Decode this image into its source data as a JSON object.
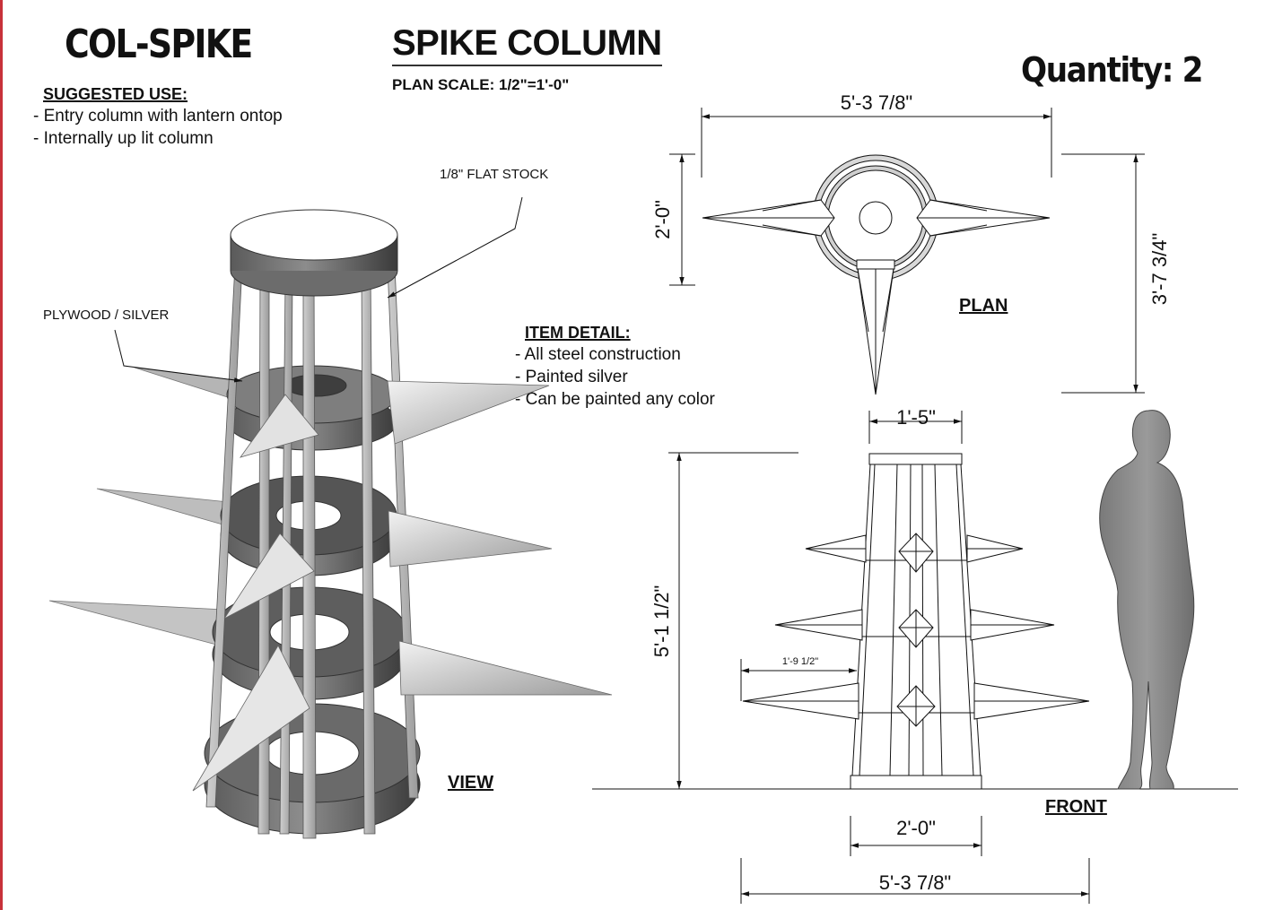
{
  "sheet": {
    "code": "COL-SPIKE",
    "title": "SPIKE COLUMN",
    "scale": "PLAN  SCALE: 1/2\"=1'-0\"",
    "quantity": "Quantity: 2"
  },
  "suggested_use": {
    "heading": "SUGGESTED USE:",
    "items": [
      "- Entry column with lantern ontop",
      "- Internally up lit column"
    ]
  },
  "item_detail": {
    "heading": "ITEM DETAIL:",
    "items": [
      "- All steel construction",
      "- Painted silver",
      "- Can be painted any color"
    ]
  },
  "callouts": {
    "flat_stock": "1/8\"  FLAT STOCK",
    "plywood": "PLYWOOD / SILVER"
  },
  "views": {
    "view": "VIEW",
    "plan": "PLAN",
    "front": "FRONT"
  },
  "dimensions": {
    "plan_width": "5'-3 7/8\"",
    "plan_depth": "2'-0\"",
    "plan_overall_depth": "3'-7 3/4\"",
    "top_width": "1'-5\"",
    "height": "5'-1 1/2\"",
    "spike_length": "1'-9 1/2\"",
    "base_width": "2'-0\"",
    "overall_width": "5'-3 7/8\""
  },
  "colors": {
    "accent_bar": "#c8323a",
    "render_dark": "#4a4a4a",
    "render_mid": "#8c8c8c",
    "render_light": "#d6d6d6",
    "silhouette": "#8a8a8a"
  }
}
